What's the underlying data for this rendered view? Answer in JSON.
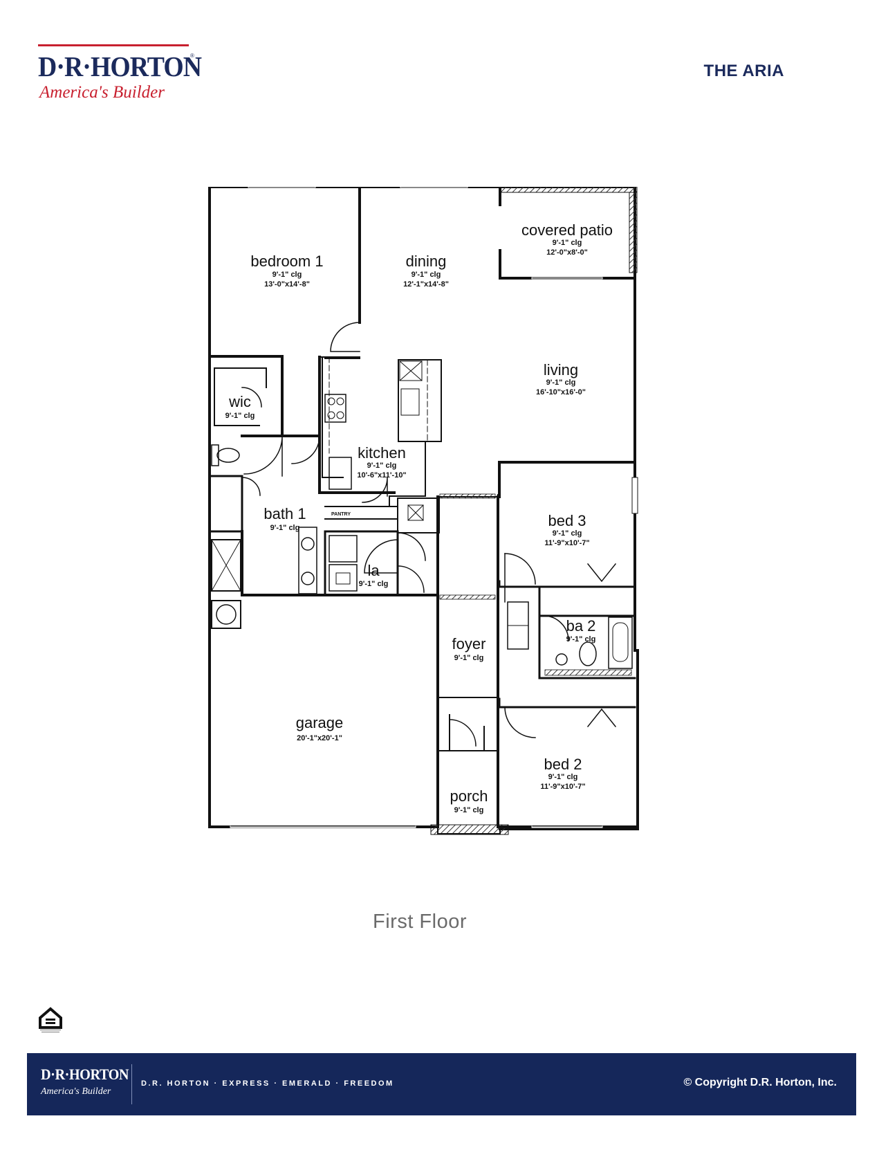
{
  "header": {
    "brand": "D·R·HORTON",
    "registered_mark": "®",
    "tagline": "America's Builder",
    "plan_name": "THE ARIA"
  },
  "floor_plan": {
    "caption": "First Floor",
    "rooms": {
      "bedroom1": {
        "name": "bedroom 1",
        "ceiling": "9'-1\" clg",
        "size": "13'-0\"x14'-8\""
      },
      "dining": {
        "name": "dining",
        "ceiling": "9'-1\" clg",
        "size": "12'-1\"x14'-8\""
      },
      "covered_patio": {
        "name": "covered patio",
        "ceiling": "9'-1\" clg",
        "size": "12'-0\"x8'-0\""
      },
      "living": {
        "name": "living",
        "ceiling": "9'-1\" clg",
        "size": "16'-10\"x16'-0\""
      },
      "wic": {
        "name": "wic",
        "ceiling": "9'-1\" clg"
      },
      "kitchen": {
        "name": "kitchen",
        "ceiling": "9'-1\" clg",
        "size": "10'-6\"x11'-10\""
      },
      "pantry": {
        "name": "PANTRY"
      },
      "bath1": {
        "name": "bath 1",
        "ceiling": "9'-1\" clg"
      },
      "laundry": {
        "name": "la",
        "ceiling": "9'-1\" clg"
      },
      "bed3": {
        "name": "bed 3",
        "ceiling": "9'-1\" clg",
        "size": "11'-9\"x10'-7\""
      },
      "ba2": {
        "name": "ba 2",
        "ceiling": "9'-1\" clg"
      },
      "foyer": {
        "name": "foyer",
        "ceiling": "9'-1\" clg"
      },
      "garage": {
        "name": "garage",
        "size": "20'-1\"x20'-1\""
      },
      "bed2": {
        "name": "bed 2",
        "ceiling": "9'-1\" clg",
        "size": "11'-9\"x10'-7\""
      },
      "porch": {
        "name": "porch",
        "ceiling": "9'-1\" clg"
      }
    }
  },
  "footer": {
    "brand": "D·R·HORTON",
    "tagline": "America's Builder",
    "brands_line": "D.R. HORTON · EXPRESS · EMERALD · FREEDOM",
    "copyright": "© Copyright D.R. Horton, Inc."
  },
  "colors": {
    "navy": "#15275a",
    "brand_red": "#c8202f",
    "brand_navy": "#1b2a5c"
  }
}
